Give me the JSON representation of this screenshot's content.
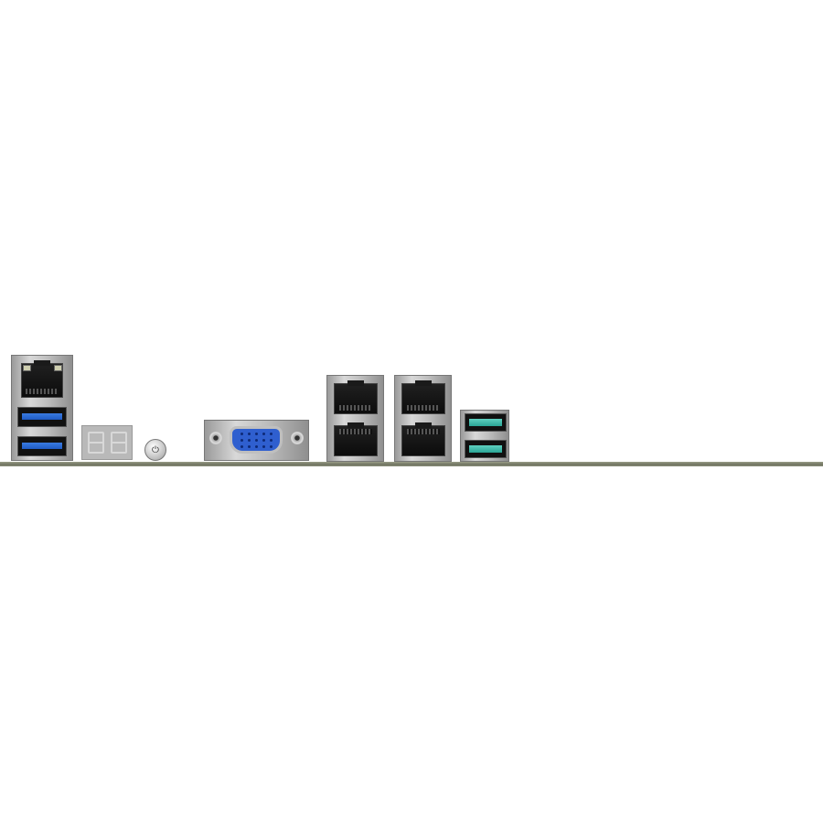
{
  "image": {
    "subject": "Server motherboard rear I/O panel",
    "background_color": "#ffffff",
    "board_edge_color": "#7a7d68"
  },
  "ports": [
    {
      "type": "RJ45",
      "label": "Dedicated IPMI LAN port",
      "count": 1
    },
    {
      "type": "USB 3.0",
      "color": "#2f6fd6",
      "count": 2
    },
    {
      "type": "7-segment display",
      "label": "POST code display",
      "digits": 2
    },
    {
      "type": "button",
      "label": "Power / UID button",
      "icon": "power-icon"
    },
    {
      "type": "VGA",
      "color": "#2f5fcf",
      "count": 1
    },
    {
      "type": "RJ45",
      "label": "LAN ports stack A",
      "count": 2
    },
    {
      "type": "RJ45",
      "label": "LAN ports stack B",
      "count": 2
    },
    {
      "type": "USB",
      "color": "#3fb8a8",
      "count": 2
    }
  ]
}
